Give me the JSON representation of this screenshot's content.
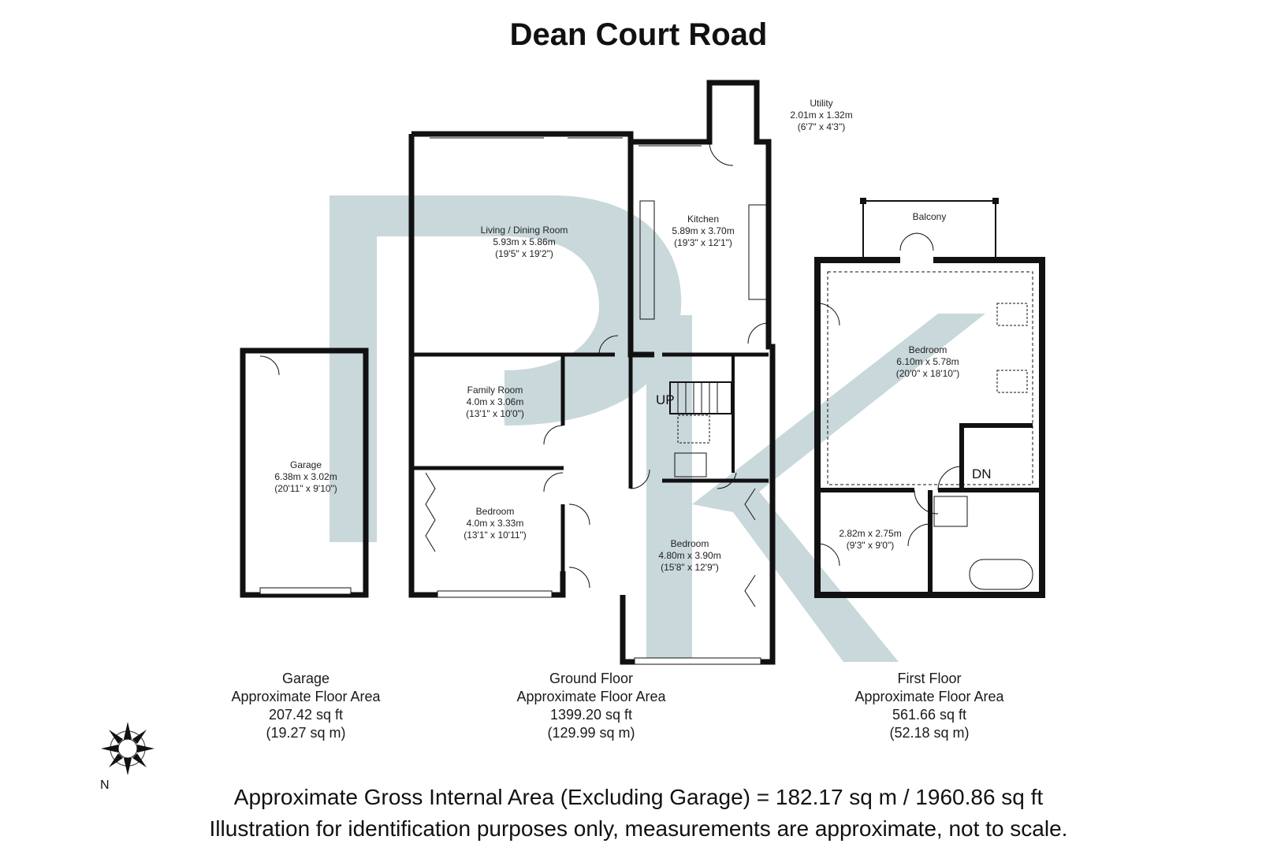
{
  "title": "Dean Court Road",
  "colors": {
    "wall": "#111111",
    "watermark": "#c9d8db",
    "text": "#1a1a1a"
  },
  "watermark": {
    "letters": "PK"
  },
  "rooms": {
    "utility": {
      "name": "Utility",
      "metric": "2.01m x 1.32m",
      "imperial": "(6'7\" x 4'3\")"
    },
    "living": {
      "name": "Living / Dining Room",
      "metric": "5.93m x 5.86m",
      "imperial": "(19'5\" x 19'2\")"
    },
    "kitchen": {
      "name": "Kitchen",
      "metric": "5.89m x 3.70m",
      "imperial": "(19'3\" x 12'1\")"
    },
    "family": {
      "name": "Family Room",
      "metric": "4.0m x 3.06m",
      "imperial": "(13'1\" x 10'0\")"
    },
    "garage": {
      "name": "Garage",
      "metric": "6.38m x 3.02m",
      "imperial": "(20'11\" x 9'10\")"
    },
    "bedroom_gf1": {
      "name": "Bedroom",
      "metric": "4.0m x 3.33m",
      "imperial": "(13'1\" x 10'11\")"
    },
    "bedroom_gf2": {
      "name": "Bedroom",
      "metric": "4.80m x 3.90m",
      "imperial": "(15'8\" x 12'9\")"
    },
    "balcony": {
      "name": "Balcony"
    },
    "bedroom_ff1": {
      "name": "Bedroom",
      "metric": "6.10m x 5.78m",
      "imperial": "(20'0\" x 18'10\")"
    },
    "bedroom_ff2": {
      "name": "",
      "metric": "2.82m x 2.75m",
      "imperial": "(9'3\" x 9'0\")"
    }
  },
  "stairs": {
    "up": "UP",
    "down": "DN"
  },
  "floors": [
    {
      "name": "Garage",
      "label": "Approximate Floor Area",
      "sqft": "207.42 sq ft",
      "sqm": "(19.27 sq m)"
    },
    {
      "name": "Ground Floor",
      "label": "Approximate Floor Area",
      "sqft": "1399.20 sq ft",
      "sqm": "(129.99 sq m)"
    },
    {
      "name": "First Floor",
      "label": "Approximate Floor Area",
      "sqft": "561.66 sq ft",
      "sqm": "(52.18 sq m)"
    }
  ],
  "compass": {
    "north": "N"
  },
  "footer": {
    "gross": "Approximate Gross Internal Area (Excluding Garage) = 182.17 sq m / 1960.86 sq ft",
    "disclaimer": "Illustration for identification purposes only, measurements are approximate, not to scale."
  }
}
